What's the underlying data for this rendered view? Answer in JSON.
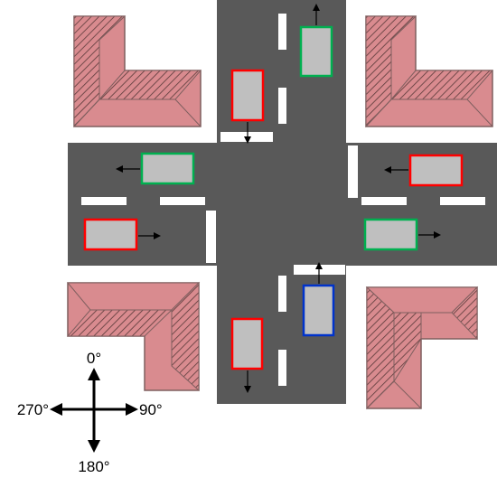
{
  "compass": {
    "north": "0°",
    "east": "90°",
    "south": "180°",
    "west": "270°"
  },
  "colors": {
    "road": "#595959",
    "lane_marking": "#ffffff",
    "car_body": "#bfbfbf",
    "car_outline_red": "#ff0000",
    "car_outline_green": "#00b050",
    "car_outline_blue": "#0033cc",
    "roof_fill": "#d98b8f",
    "roof_outline": "#7f5f5f"
  },
  "vehicles": [
    {
      "id": "north-up-green",
      "outline": "green",
      "heading": "0°"
    },
    {
      "id": "north-down-red",
      "outline": "red",
      "heading": "180°"
    },
    {
      "id": "west-left-green",
      "outline": "green",
      "heading": "270°"
    },
    {
      "id": "west-right-red",
      "outline": "red",
      "heading": "90°"
    },
    {
      "id": "east-left-red",
      "outline": "red",
      "heading": "270°"
    },
    {
      "id": "east-right-green",
      "outline": "green",
      "heading": "90°"
    },
    {
      "id": "south-up-blue",
      "outline": "blue",
      "heading": "0°"
    },
    {
      "id": "south-down-red",
      "outline": "red",
      "heading": "180°"
    }
  ]
}
